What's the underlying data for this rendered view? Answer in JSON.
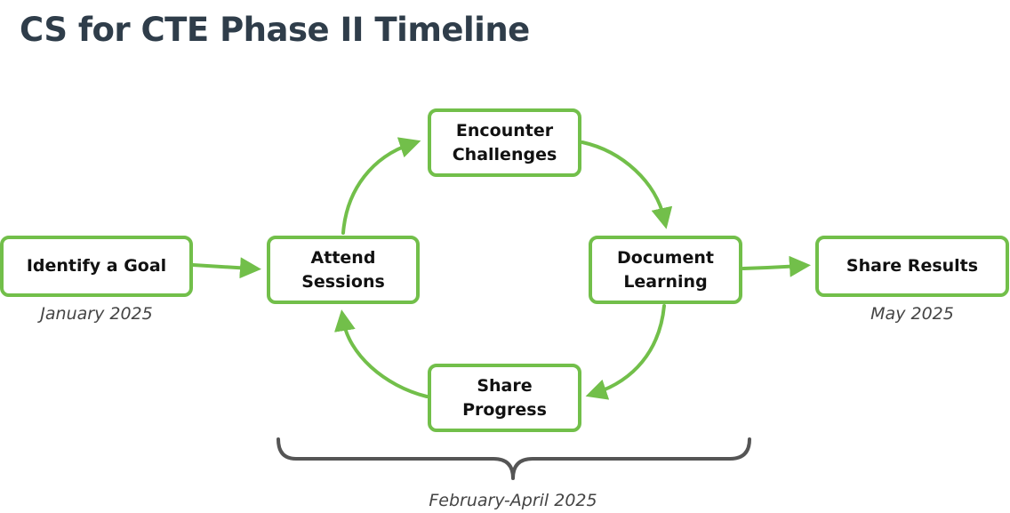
{
  "title": "CS for CTE Phase II Timeline",
  "colors": {
    "node_border": "#72bf4a",
    "arrow": "#72bf4a",
    "brace": "#555555",
    "title": "#2f3d4a"
  },
  "nodes": {
    "identify_goal": "Identify a Goal",
    "attend_sessions": "Attend\nSessions",
    "encounter_challenges": "Encounter\nChallenges",
    "document_learning": "Document\nLearning",
    "share_progress": "Share\nProgress",
    "share_results": "Share Results"
  },
  "dates": {
    "january": "January 2025",
    "may": "May 2025",
    "feb_april": "February-April 2025"
  }
}
